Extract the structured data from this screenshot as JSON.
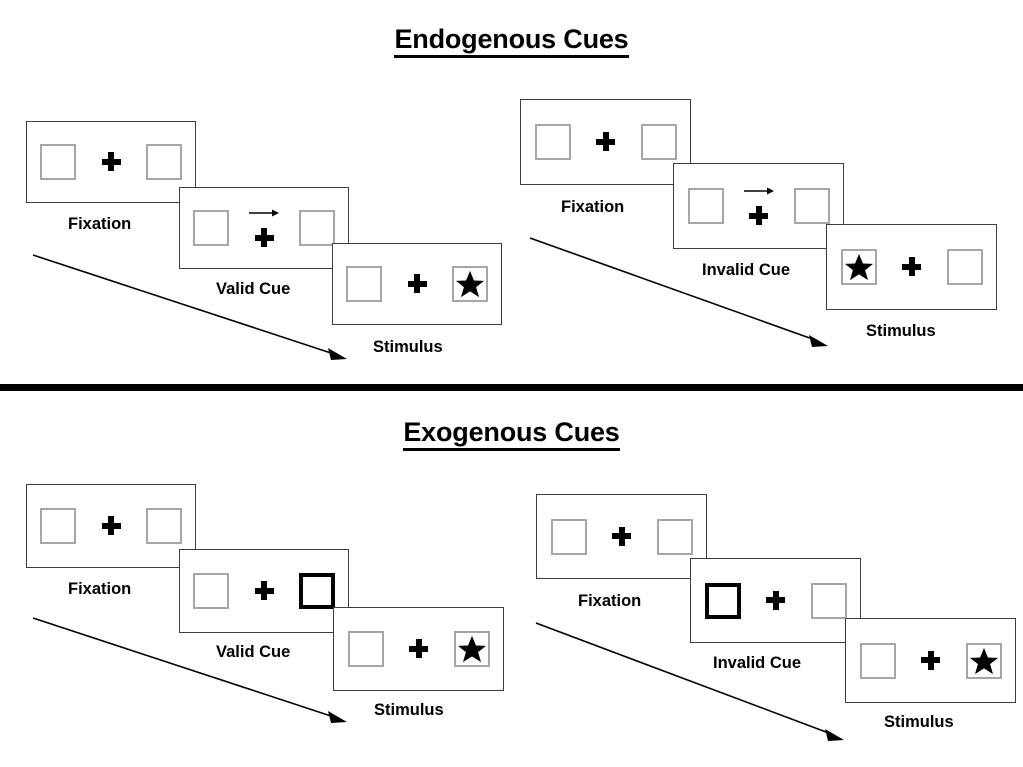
{
  "figure": {
    "sections": [
      {
        "id": "endogenous",
        "title": "Endogenous Cues",
        "cue_type": "arrow",
        "sequences": [
          {
            "id": "endogenous-valid",
            "validity": "valid",
            "frames": [
              {
                "caption": "Fixation",
                "left_box": "empty",
                "right_box": "empty",
                "cue": "none",
                "arrow_direction": "none"
              },
              {
                "caption": "Valid Cue",
                "left_box": "empty",
                "right_box": "empty",
                "cue": "arrow",
                "arrow_direction": "right"
              },
              {
                "caption": "Stimulus",
                "left_box": "empty",
                "right_box": "star",
                "cue": "none",
                "arrow_direction": "none"
              }
            ]
          },
          {
            "id": "endogenous-invalid",
            "validity": "invalid",
            "frames": [
              {
                "caption": "Fixation",
                "left_box": "empty",
                "right_box": "empty",
                "cue": "none",
                "arrow_direction": "none"
              },
              {
                "caption": "Invalid Cue",
                "left_box": "empty",
                "right_box": "empty",
                "cue": "arrow",
                "arrow_direction": "right"
              },
              {
                "caption": "Stimulus",
                "left_box": "star",
                "right_box": "empty",
                "cue": "none",
                "arrow_direction": "none"
              }
            ]
          }
        ]
      },
      {
        "id": "exogenous",
        "title": "Exogenous Cues",
        "cue_type": "box-flash",
        "sequences": [
          {
            "id": "exogenous-valid",
            "validity": "valid",
            "frames": [
              {
                "caption": "Fixation",
                "left_box": "empty",
                "right_box": "empty",
                "cue": "none",
                "arrow_direction": "none"
              },
              {
                "caption": "Valid Cue",
                "left_box": "empty",
                "right_box": "highlight",
                "cue": "box-right",
                "arrow_direction": "none"
              },
              {
                "caption": "Stimulus",
                "left_box": "empty",
                "right_box": "star",
                "cue": "none",
                "arrow_direction": "none"
              }
            ]
          },
          {
            "id": "exogenous-invalid",
            "validity": "invalid",
            "frames": [
              {
                "caption": "Fixation",
                "left_box": "empty",
                "right_box": "empty",
                "cue": "none",
                "arrow_direction": "none"
              },
              {
                "caption": "Invalid Cue",
                "left_box": "highlight",
                "right_box": "empty",
                "cue": "box-left",
                "arrow_direction": "none"
              },
              {
                "caption": "Stimulus",
                "left_box": "empty",
                "right_box": "star",
                "cue": "none",
                "arrow_direction": "none"
              }
            ]
          }
        ]
      }
    ],
    "flow_arrows": [
      {
        "id": "endogenous-valid-time-arrow",
        "label": "time-progression"
      },
      {
        "id": "endogenous-invalid-time-arrow",
        "label": "time-progression"
      },
      {
        "id": "exogenous-valid-time-arrow",
        "label": "time-progression"
      },
      {
        "id": "exogenous-invalid-time-arrow",
        "label": "time-progression"
      }
    ],
    "colors": {
      "background": "#ffffff",
      "ink": "#000000",
      "panel_border": "#3d3d3d",
      "placeholder_border": "#a6a6a6",
      "highlight_border": "#000000",
      "divider": "#000000"
    }
  }
}
